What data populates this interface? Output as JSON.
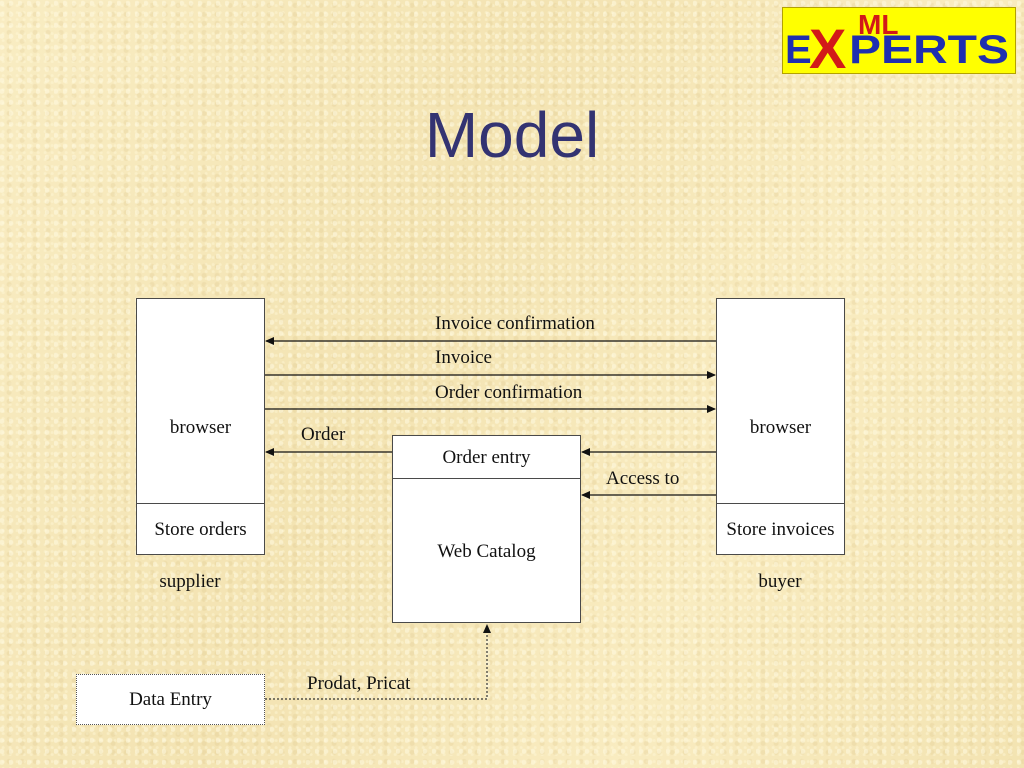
{
  "title": "Model",
  "logo": {
    "text_e": "E",
    "text_x": "X",
    "text_perts": "PERTS",
    "text_ml": "ML"
  },
  "colors": {
    "title": "#333372",
    "logo_bg": "#ffff00",
    "logo_red": "#d21919",
    "logo_blue": "#1f2fb0"
  },
  "supplier": {
    "browser_label": "browser",
    "store_label": "Store orders",
    "caption": "supplier"
  },
  "buyer": {
    "browser_label": "browser",
    "store_label": "Store invoices",
    "caption": "buyer"
  },
  "catalog": {
    "header_label": "Order entry",
    "body_label": "Web Catalog"
  },
  "data_entry": {
    "label": "Data Entry"
  },
  "arrows": {
    "invoice_confirmation": "Invoice confirmation",
    "invoice": "Invoice",
    "order_confirmation": "Order confirmation",
    "order": "Order",
    "access_to": "Access to",
    "prodat_pricat": "Prodat, Pricat"
  }
}
